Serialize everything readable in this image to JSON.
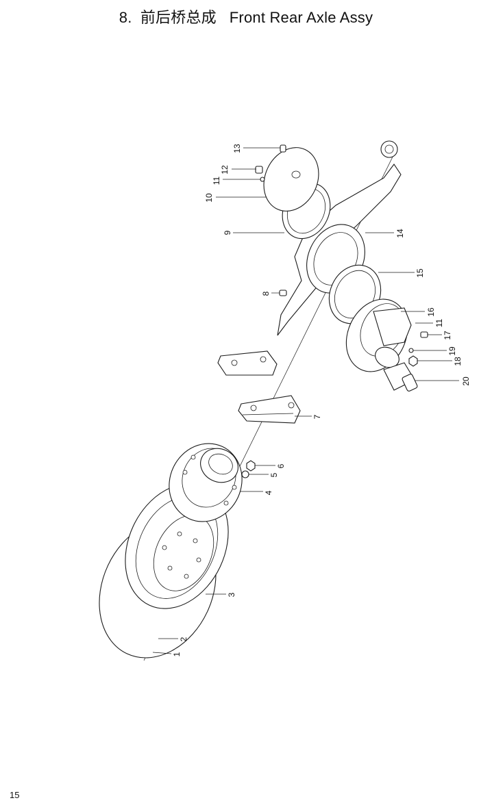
{
  "header": {
    "number": "8.",
    "title_cn": "前后桥总成",
    "title_en": "Front Rear Axle Assy"
  },
  "callouts": [
    "1",
    "2",
    "3",
    "4",
    "5",
    "6",
    "7",
    "8",
    "9",
    "10",
    "11",
    "12",
    "13",
    "14",
    "15",
    "11",
    "17",
    "16",
    "19",
    "18",
    "20"
  ],
  "footer": {
    "page_number": "15"
  }
}
